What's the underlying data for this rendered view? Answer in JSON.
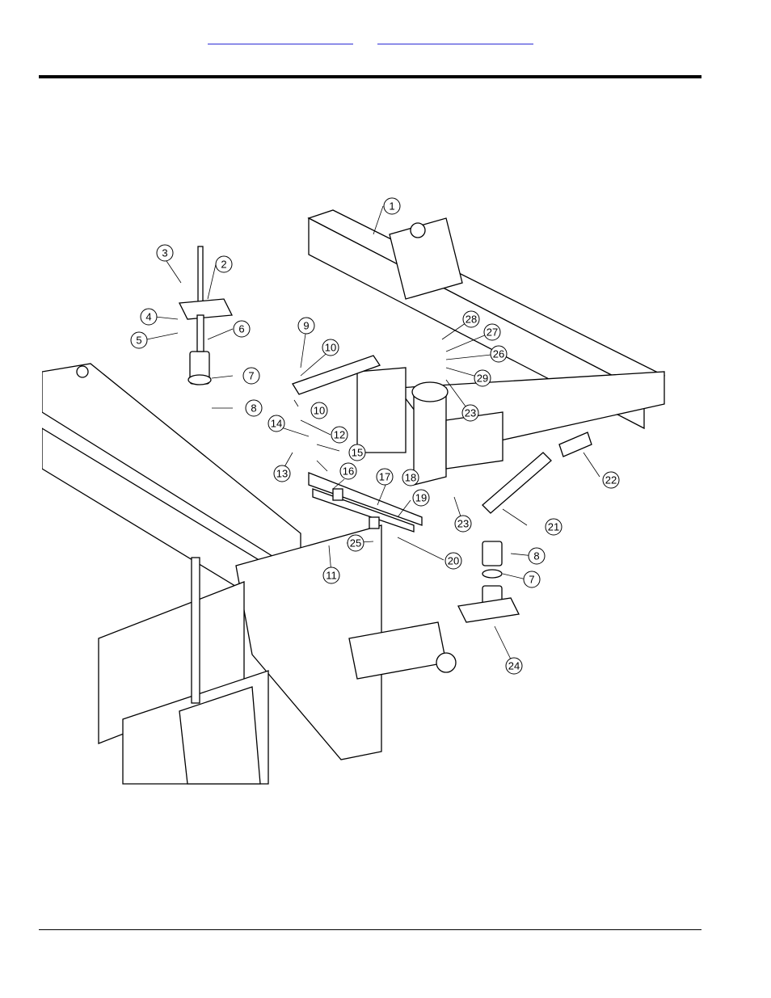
{
  "header": {
    "links": [
      {
        "label": ""
      },
      {
        "label": ""
      }
    ]
  },
  "diagram": {
    "callouts": [
      {
        "n": "1"
      },
      {
        "n": "2"
      },
      {
        "n": "3"
      },
      {
        "n": "4"
      },
      {
        "n": "5"
      },
      {
        "n": "6"
      },
      {
        "n": "7"
      },
      {
        "n": "8"
      },
      {
        "n": "9"
      },
      {
        "n": "10"
      },
      {
        "n": "10"
      },
      {
        "n": "11"
      },
      {
        "n": "12"
      },
      {
        "n": "13"
      },
      {
        "n": "14"
      },
      {
        "n": "15"
      },
      {
        "n": "16"
      },
      {
        "n": "17"
      },
      {
        "n": "18"
      },
      {
        "n": "19"
      },
      {
        "n": "20"
      },
      {
        "n": "21"
      },
      {
        "n": "22"
      },
      {
        "n": "23"
      },
      {
        "n": "23"
      },
      {
        "n": "24"
      },
      {
        "n": "25"
      },
      {
        "n": "26"
      },
      {
        "n": "27"
      },
      {
        "n": "28"
      },
      {
        "n": "29"
      },
      {
        "n": "8"
      },
      {
        "n": "7"
      }
    ]
  }
}
